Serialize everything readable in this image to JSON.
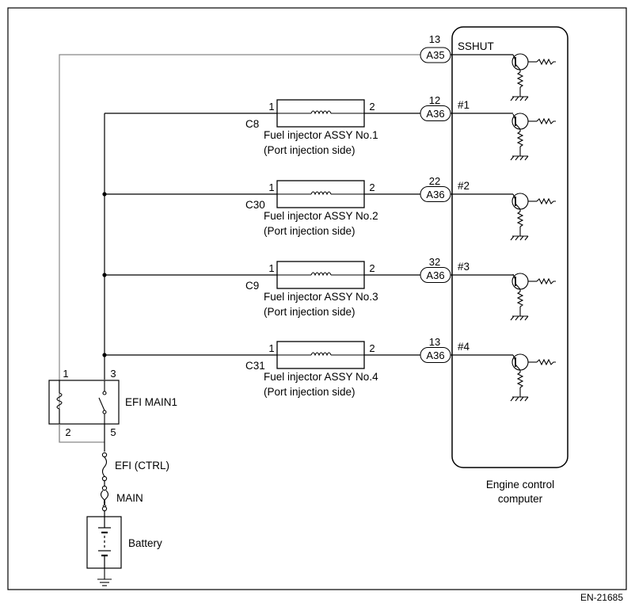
{
  "ecu": {
    "label_line1": "Engine control",
    "label_line2": "computer",
    "sshut": {
      "pin": "13",
      "connector": "A35",
      "signal": "SSHUT"
    }
  },
  "injectors": [
    {
      "connector": "C8",
      "in_pin": "1",
      "out_pin": "2",
      "name": "Fuel injector ASSY  No.1",
      "side": "(Port injection side)",
      "ecu_pin": "12",
      "ecu_connector": "A36",
      "signal": "#1"
    },
    {
      "connector": "C30",
      "in_pin": "1",
      "out_pin": "2",
      "name": "Fuel injector ASSY  No.2",
      "side": "(Port injection side)",
      "ecu_pin": "22",
      "ecu_connector": "A36",
      "signal": "#2"
    },
    {
      "connector": "C9",
      "in_pin": "1",
      "out_pin": "2",
      "name": "Fuel injector ASSY  No.3",
      "side": "(Port injection side)",
      "ecu_pin": "32",
      "ecu_connector": "A36",
      "signal": "#3"
    },
    {
      "connector": "C31",
      "in_pin": "1",
      "out_pin": "2",
      "name": "Fuel injector ASSY  No.4",
      "side": "(Port injection side)",
      "ecu_pin": "13",
      "ecu_connector": "A36",
      "signal": "#4"
    }
  ],
  "relay": {
    "name": "EFI MAIN1",
    "pin_coil_top": "1",
    "pin_switch_top": "3",
    "pin_coil_bottom": "2",
    "pin_switch_bottom": "5"
  },
  "fuses": {
    "efi_ctrl": "EFI (CTRL)",
    "main": "MAIN"
  },
  "battery": {
    "label": "Battery"
  },
  "figure_code": "EN-21685"
}
